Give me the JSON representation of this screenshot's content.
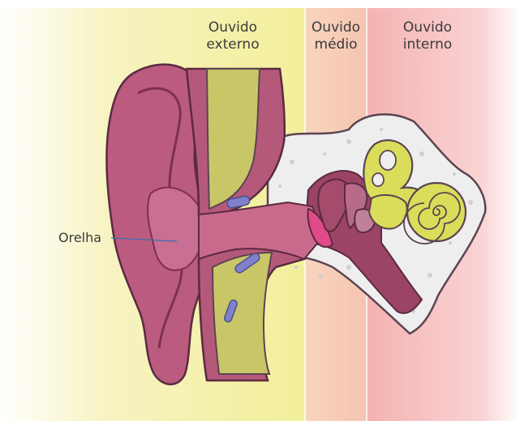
{
  "zones": {
    "outer": {
      "line1": "Ouvido",
      "line2": "externo",
      "color": "#f2f08c"
    },
    "middle": {
      "line1": "Ouvido",
      "line2": "médio",
      "color": "#f7c9b4"
    },
    "inner": {
      "line1": "Ouvido",
      "line2": "interno",
      "color": "#f5b3b3"
    }
  },
  "callouts": {
    "pinna": "Orelha"
  },
  "colors": {
    "flesh": "#b5597a",
    "flesh_dark": "#8f3c5c",
    "cartilage": "#c8c466",
    "bone": "#e8e8e8",
    "ossicle": "#d8dc55",
    "vessel": "#7f82c8",
    "eardrum": "#d84a86"
  }
}
